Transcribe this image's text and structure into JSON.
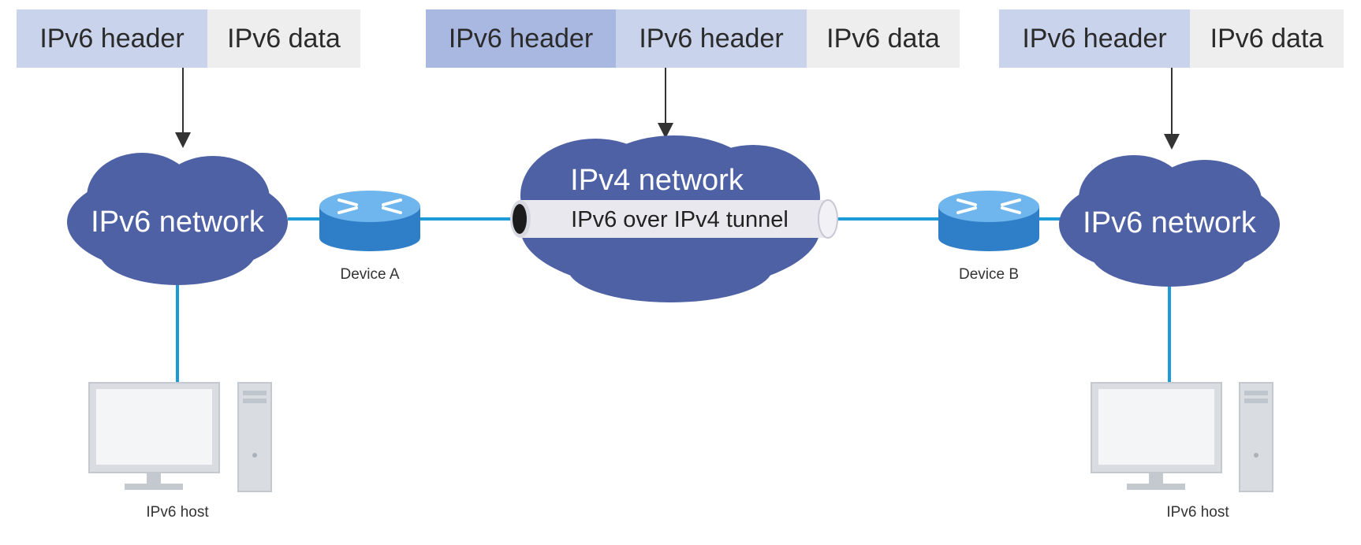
{
  "packets": {
    "left": {
      "header": "IPv6 header",
      "data": "IPv6 data"
    },
    "middle": {
      "outer_header": "IPv6 header",
      "inner_header": "IPv6 header",
      "data": "IPv6 data"
    },
    "right": {
      "header": "IPv6 header",
      "data": "IPv6 data"
    }
  },
  "networks": {
    "left": "IPv6 network",
    "center": "IPv4 network",
    "tunnel": "IPv6 over IPv4 tunnel",
    "right": "IPv6 network"
  },
  "devices": {
    "a": "Device A",
    "b": "Device B"
  },
  "hosts": {
    "left": "IPv6 host",
    "right": "IPv6 host"
  },
  "colors": {
    "cloud": "#4e61a5",
    "link": "#1d9bd7",
    "router": "#3a8fd6",
    "header": "#c9d3ec",
    "data": "#eeeeee"
  }
}
